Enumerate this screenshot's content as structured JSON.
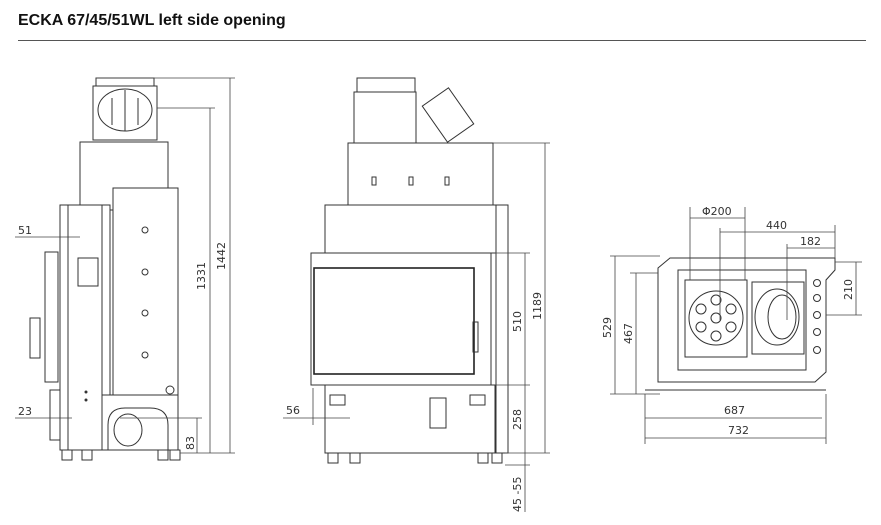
{
  "title": "ECKA 67/45/51WL left side opening",
  "side_view": {
    "dims": {
      "total_height": "1442",
      "flue_height": "1331",
      "bottom_inlet": "83",
      "left_offset_top": "51",
      "left_offset_bottom": "23"
    }
  },
  "front_view": {
    "dims": {
      "height": "1189",
      "door_height": "510",
      "base_height": "258",
      "feet": "45 -55",
      "left_offset": "56"
    }
  },
  "top_view": {
    "dims": {
      "flue_diameter": "Φ200",
      "flue_offset": "440",
      "inlet_offset": "182",
      "inlet_depth": "210",
      "depth_outer": "529",
      "depth_inner": "467",
      "width_inner": "687",
      "width_outer": "732"
    }
  }
}
